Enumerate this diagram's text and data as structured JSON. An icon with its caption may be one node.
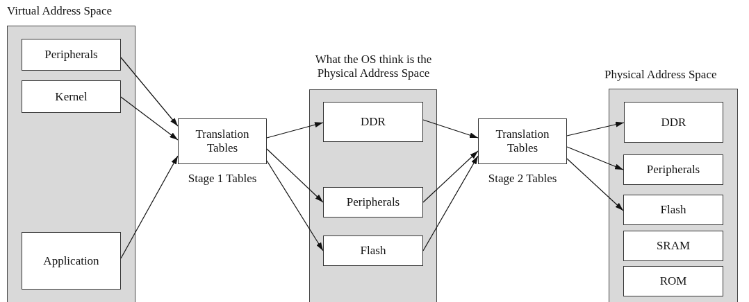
{
  "diagram": {
    "nodes": [
      {
        "text": [
          "Virtual Address Space"
        ]
      },
      {
        "text": [
          "Peripherals"
        ],
        "in": 0
      },
      {
        "text": [
          "Kernel"
        ],
        "in": 0
      },
      {
        "text": [
          "Application"
        ],
        "in": 0
      },
      {
        "text": [
          "Translation Tables"
        ],
        "beside": [
          "Stage 1 Tables"
        ]
      },
      {
        "text": [
          "What the OS think is the Physical Address Space"
        ]
      },
      {
        "text": [
          "DDR"
        ],
        "in": 5
      },
      {
        "text": [
          "Peripherals"
        ],
        "in": 5
      },
      {
        "text": [
          "Flash"
        ],
        "in": 5
      },
      {
        "text": [
          "Translation Tables"
        ],
        "beside": [
          "Stage 2 Tables"
        ]
      },
      {
        "text": [
          "Physical Address Space"
        ]
      },
      {
        "text": [
          "DDR"
        ],
        "in": 10
      },
      {
        "text": [
          "Peripherals"
        ],
        "in": 10
      },
      {
        "text": [
          "Flash"
        ],
        "in": 10
      },
      {
        "text": [
          "SRAM"
        ],
        "in": 10
      },
      {
        "text": [
          "ROM"
        ],
        "in": 10
      }
    ],
    "edges": [
      {
        "from": 1,
        "to": 4,
        "arrow": "to"
      },
      {
        "from": 2,
        "to": 4,
        "arrow": "to"
      },
      {
        "from": 3,
        "to": 4,
        "arrow": "to"
      },
      {
        "from": 4,
        "to": 6,
        "arrow": "to"
      },
      {
        "from": 4,
        "to": 7,
        "arrow": "to"
      },
      {
        "from": 4,
        "to": 8,
        "arrow": "to"
      },
      {
        "from": 6,
        "to": 9,
        "arrow": "to"
      },
      {
        "from": 7,
        "to": 9,
        "arrow": "to"
      },
      {
        "from": 8,
        "to": 9,
        "arrow": "to"
      },
      {
        "from": 9,
        "to": 11,
        "arrow": "to"
      },
      {
        "from": 9,
        "to": 12,
        "arrow": "to"
      },
      {
        "from": 9,
        "to": 13,
        "arrow": "to"
      }
    ]
  }
}
